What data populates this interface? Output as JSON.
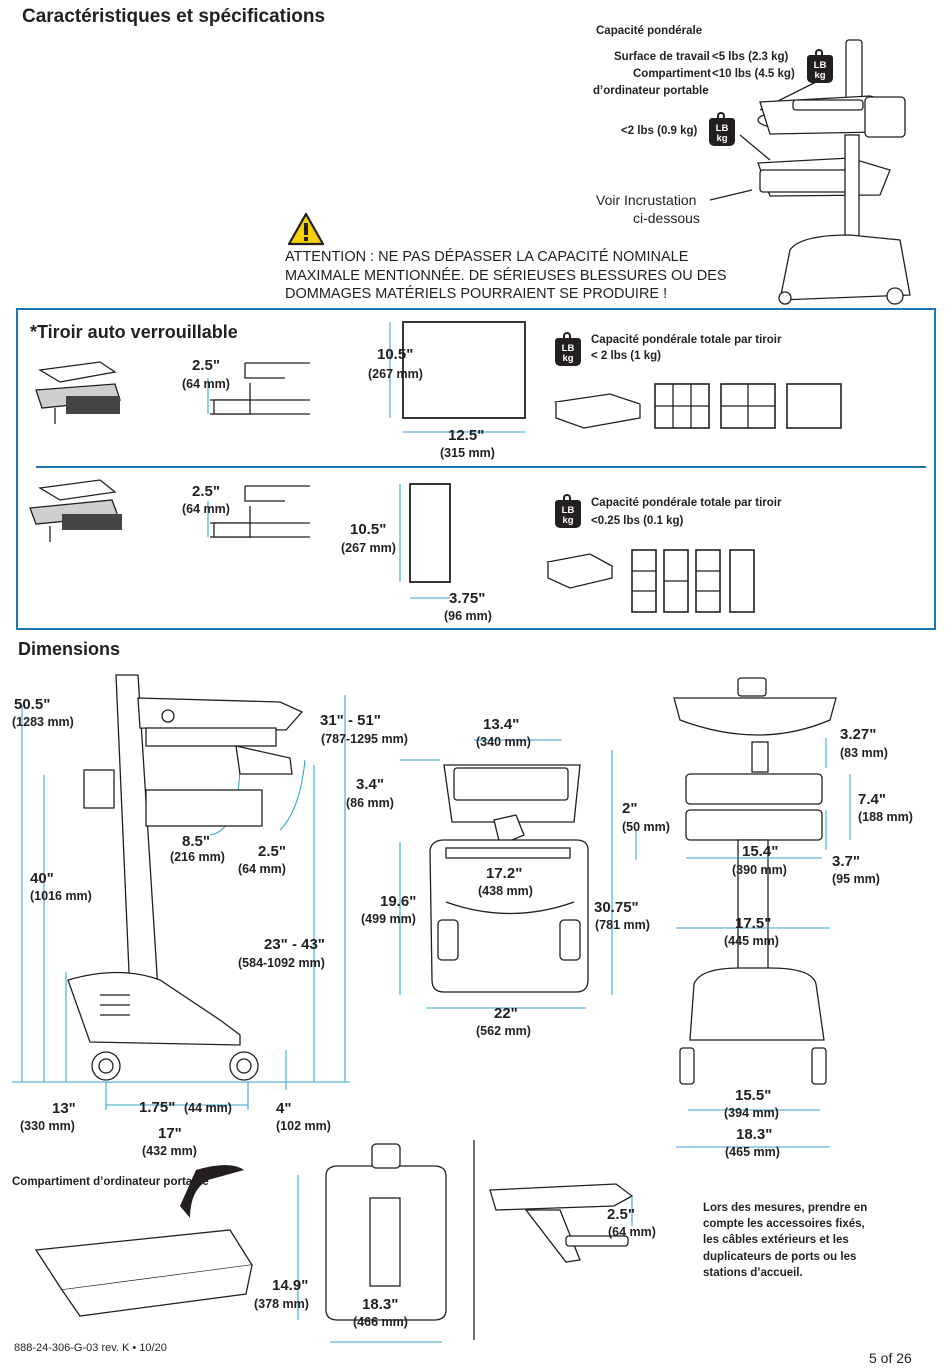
{
  "header": {
    "title": "Caractéristiques et spécifications"
  },
  "capacity": {
    "title": "Capacité pondérale",
    "work_surface_label": "Surface de travail",
    "work_surface_value": "<5 lbs (2.3 kg)",
    "compartment_label": "Compartiment",
    "compartment_value": "<10 lbs (4.5 kg)",
    "compartment_label2": "d’ordinateur portable",
    "drawer_value": "<2 lbs (0.9 kg)",
    "see_inset_line1": "Voir Incrustation",
    "see_inset_line2": "ci-dessous",
    "weight_icon_lb": "LB",
    "weight_icon_kg": "kg"
  },
  "warning": {
    "line1": "ATTENTION : NE PAS DÉPASSER LA CAPACITÉ NOMINALE",
    "line2": "MAXIMALE MENTIONNÉE. DE SÉRIEUSES BLESSURES OU DES",
    "line3": "DOMMAGES MATÉRIELS POURRAIENT SE PRODUIRE !",
    "icon": "warning-triangle-icon"
  },
  "drawer_section": {
    "title": "*Tiroir auto verrouillable",
    "row1": {
      "height_in": "2.5\"",
      "height_mm": "(64 mm)",
      "depth_in": "10.5\"",
      "depth_mm": "(267 mm)",
      "width_in": "12.5\"",
      "width_mm": "(315 mm)",
      "capacity_title": "Capacité pondérale totale par tiroir",
      "capacity_value": "< 2 lbs (1 kg)"
    },
    "row2": {
      "height_in": "2.5\"",
      "height_mm": "(64 mm)",
      "depth_in": "10.5\"",
      "depth_mm": "(267 mm)",
      "width_in": "3.75\"",
      "width_mm": "(96 mm)",
      "capacity_title": "Capacité pondérale totale par tiroir",
      "capacity_value": "<0.25 lbs (0.1 kg)"
    }
  },
  "dimensions": {
    "title": "Dimensions",
    "side": {
      "overall_in": "50.5\"",
      "overall_mm": "(1283 mm)",
      "surface_in": "31\" - 51\"",
      "surface_mm": "(787-1295 mm)",
      "arm_in": "8.5\"",
      "arm_mm": "(216 mm)",
      "gap_in": "2.5\"",
      "gap_mm": "(64 mm)",
      "h40_in": "40\"",
      "h40_mm": "(1016 mm)",
      "kb_in": "23\" - 43\"",
      "kb_mm": "(584-1092 mm)",
      "base_in": "13\"",
      "base_mm": "(330 mm)",
      "offset_in": "1.75\"",
      "offset_mm": "(44 mm)",
      "base_len_in": "17\"",
      "base_len_mm": "(432 mm)",
      "foot_in": "4\"",
      "foot_mm": "(102 mm)"
    },
    "top": {
      "w134_in": "13.4\"",
      "w134_mm": "(340 mm)",
      "d34_in": "3.4\"",
      "d34_mm": "(86 mm)",
      "d2_in": "2\"",
      "d2_mm": "(50 mm)",
      "w172_in": "17.2\"",
      "w172_mm": "(438 mm)",
      "d196_in": "19.6\"",
      "d196_mm": "(499 mm)",
      "d3075_in": "30.75\"",
      "d3075_mm": "(781 mm)",
      "w22_in": "22\"",
      "w22_mm": "(562 mm)"
    },
    "front": {
      "h327_in": "3.27\"",
      "h327_mm": "(83 mm)",
      "h74_in": "7.4\"",
      "h74_mm": "(188 mm)",
      "w154_in": "15.4\"",
      "w154_mm": "(390 mm)",
      "h37_in": "3.7\"",
      "h37_mm": "(95 mm)",
      "w175_in": "17.5\"",
      "w175_mm": "(445 mm)",
      "w155_in": "15.5\"",
      "w155_mm": "(394 mm)",
      "w183_in": "18.3\"",
      "w183_mm": "(465 mm)"
    },
    "laptop": {
      "title": "Compartiment d’ordinateur portable",
      "d149_in": "14.9\"",
      "d149_mm": "(378 mm)",
      "w183_in": "18.3\"",
      "w183_mm": "(466 mm)",
      "h25_in": "2.5\"",
      "h25_mm": "(64 mm)"
    },
    "note": {
      "l1": "Lors des mesures, prendre en",
      "l2": "compte les accessoires fixés,",
      "l3": "les câbles extérieurs et les",
      "l4": "duplicateurs de ports ou les",
      "l5": "stations d’accueil."
    }
  },
  "footer": {
    "doc_number": "888-24-306-G-03 rev. K • 10/20",
    "page": "5 of 26"
  }
}
